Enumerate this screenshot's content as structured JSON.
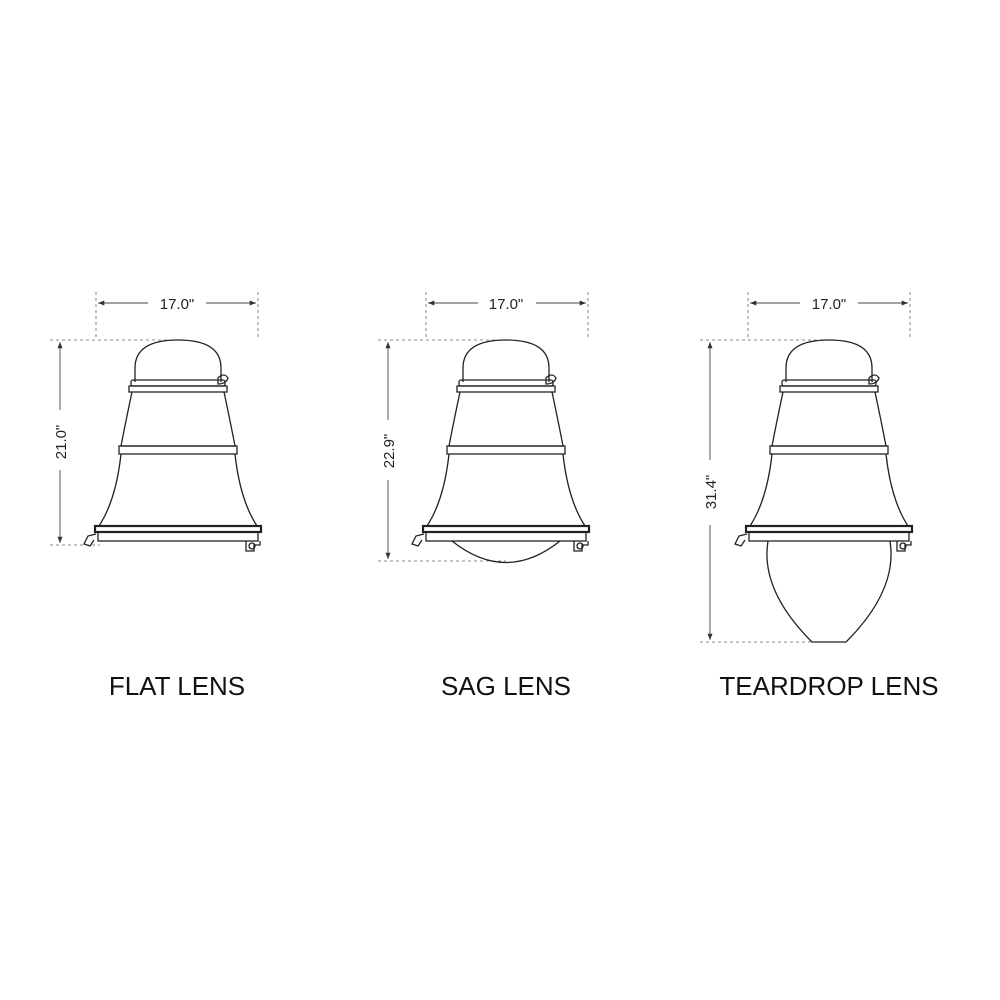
{
  "fixtures": [
    {
      "name": "FLAT LENS",
      "width": "17.0\"",
      "height": "21.0\"",
      "lens": "flat"
    },
    {
      "name": "SAG LENS",
      "width": "17.0\"",
      "height": "22.9\"",
      "lens": "sag"
    },
    {
      "name": "TEARDROP LENS",
      "width": "17.0\"",
      "height": "31.4\"",
      "lens": "teardrop"
    }
  ]
}
